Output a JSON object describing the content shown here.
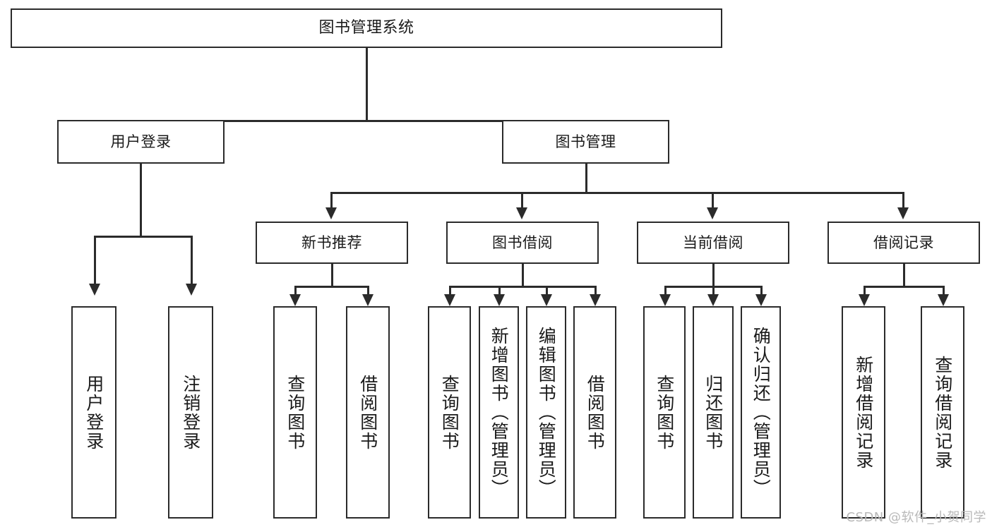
{
  "diagram": {
    "title": "图书管理系统",
    "type": "tree-structure-chart",
    "watermark": "CSDN @软件_小贺同学",
    "colors": {
      "stroke": "#2b2b2b",
      "fill": "#ffffff",
      "text": "#1a1a1a",
      "watermark": "#b9b9b9"
    },
    "nodes": {
      "root": {
        "label": "图书管理系统"
      },
      "level2": [
        {
          "id": "user-login",
          "label": "用户登录"
        },
        {
          "id": "book-manage",
          "label": "图书管理"
        }
      ],
      "level3": [
        {
          "id": "new-book-rec",
          "label": "新书推荐"
        },
        {
          "id": "book-borrow",
          "label": "图书借阅"
        },
        {
          "id": "current-borrow",
          "label": "当前借阅"
        },
        {
          "id": "borrow-record",
          "label": "借阅记录"
        }
      ],
      "leaves": {
        "user_login": [
          {
            "id": "leaf-user-login",
            "label": "用户登录"
          },
          {
            "id": "leaf-logout-login",
            "label": "注销登录"
          }
        ],
        "new_book_rec": [
          {
            "id": "leaf-query-book-1",
            "label": "查询图书"
          },
          {
            "id": "leaf-borrow-book-1",
            "label": "借阅图书"
          }
        ],
        "book_borrow": [
          {
            "id": "leaf-query-book-2",
            "label": "查询图书"
          },
          {
            "id": "leaf-add-book",
            "label": "新增图书（管理员）"
          },
          {
            "id": "leaf-edit-book",
            "label": "编辑图书（管理员）"
          },
          {
            "id": "leaf-borrow-book-2",
            "label": "借阅图书"
          }
        ],
        "current_borrow": [
          {
            "id": "leaf-query-book-3",
            "label": "查询图书"
          },
          {
            "id": "leaf-return-book",
            "label": "归还图书"
          },
          {
            "id": "leaf-confirm-return",
            "label": "确认归还（管理员）"
          }
        ],
        "borrow_record": [
          {
            "id": "leaf-add-record",
            "label": "新增借阅记录"
          },
          {
            "id": "leaf-query-record",
            "label": "查询借阅记录"
          }
        ]
      }
    }
  }
}
